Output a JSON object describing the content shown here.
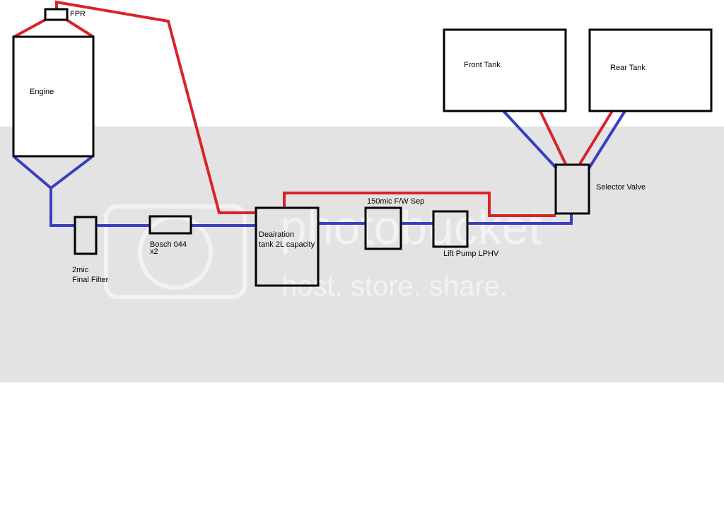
{
  "colors": {
    "background": "#ffffff",
    "band": "#e3e3e3",
    "return_line": "#d9232a",
    "supply_line": "#3a3fbf",
    "component_outline": "#000000"
  },
  "watermark": {
    "brand": "photobucket",
    "tagline": "host. store. share."
  },
  "components": {
    "fpr": "FPR",
    "engine": "Engine",
    "final_filter": "2mic\nFinal Filter",
    "bosch_pumps": "Bosch 044\nx2",
    "deaeration_tank": "Deairation\ntank 2L capacity",
    "fw_separator": "150mic F/W Sep",
    "lift_pump": "Lift Pump LPHV",
    "selector_valve": "Selector Valve",
    "front_tank": "Front Tank",
    "rear_tank": "Rear Tank"
  }
}
